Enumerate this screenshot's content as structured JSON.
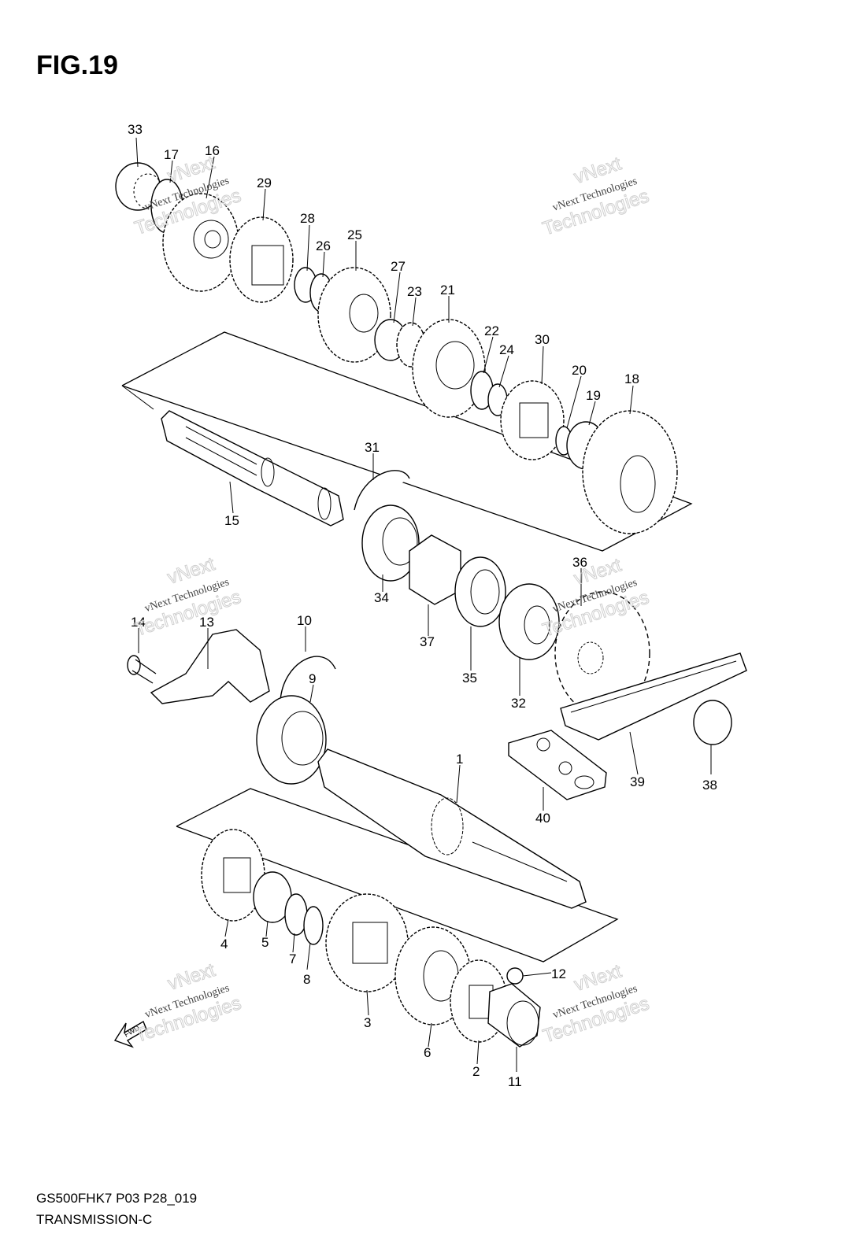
{
  "figure": {
    "title": "FIG.19",
    "code": "GS500FHK7 P03 P28_019",
    "name": "TRANSMISSION-C"
  },
  "watermark": {
    "line1": "vNext",
    "line2": "vNext Technologies",
    "line3": "Technologies"
  },
  "fwd_label": "FWD",
  "callouts": [
    "33",
    "17",
    "16",
    "29",
    "28",
    "26",
    "25",
    "27",
    "23",
    "21",
    "22",
    "24",
    "30",
    "20",
    "19",
    "18",
    "15",
    "31",
    "34",
    "37",
    "35",
    "32",
    "36",
    "14",
    "13",
    "10",
    "9",
    "1",
    "40",
    "39",
    "38",
    "4",
    "5",
    "7",
    "8",
    "3",
    "6",
    "12",
    "2",
    "11"
  ]
}
